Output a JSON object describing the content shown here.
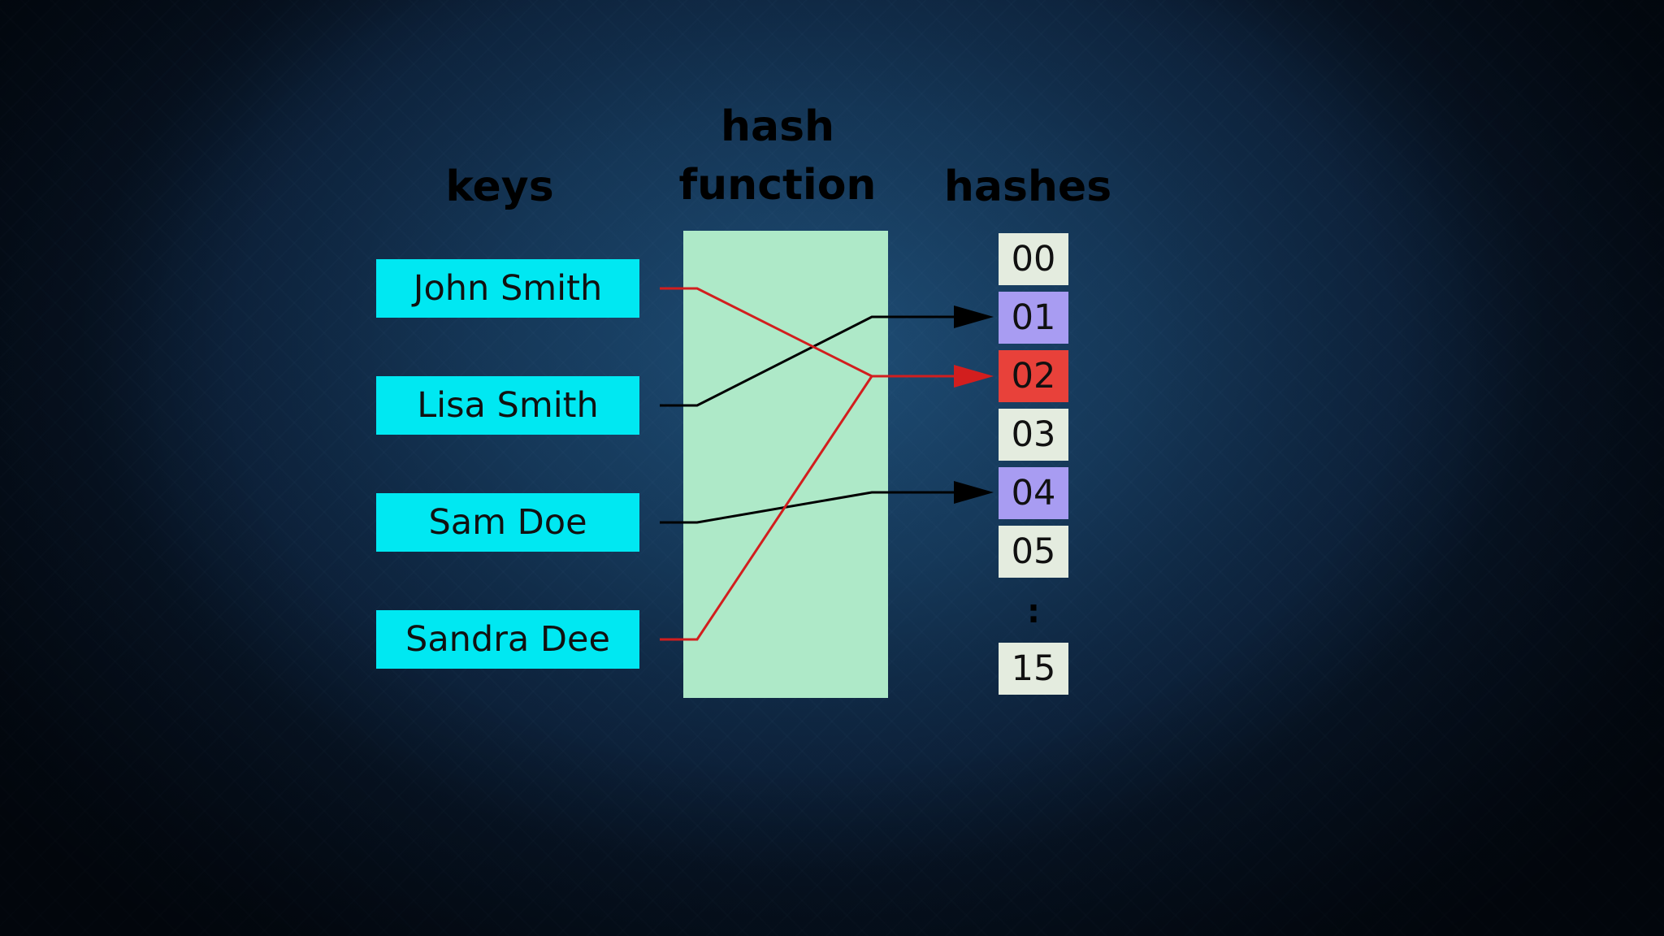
{
  "headings": {
    "keys": "keys",
    "hash_function_line1": "hash",
    "hash_function_line2": "function",
    "hashes": "hashes"
  },
  "keys": [
    {
      "label": "John Smith",
      "hash": "02"
    },
    {
      "label": "Lisa Smith",
      "hash": "01"
    },
    {
      "label": "Sam Doe",
      "hash": "04"
    },
    {
      "label": "Sandra Dee",
      "hash": "02"
    }
  ],
  "hashes": [
    {
      "label": "00",
      "state": "empty"
    },
    {
      "label": "01",
      "state": "used"
    },
    {
      "label": "02",
      "state": "collision"
    },
    {
      "label": "03",
      "state": "empty"
    },
    {
      "label": "04",
      "state": "used"
    },
    {
      "label": "05",
      "state": "empty"
    },
    {
      "label": "15",
      "state": "empty"
    }
  ],
  "ellipsis": ":",
  "colors": {
    "key_fill": "#00e8f2",
    "hash_function_fill": "#aee9c8",
    "hash_empty_fill": "#e4ecdf",
    "hash_used_fill": "#a89cf2",
    "hash_collision_fill": "#e8413a",
    "collision_line": "#d21e1e",
    "normal_line": "#000000"
  }
}
